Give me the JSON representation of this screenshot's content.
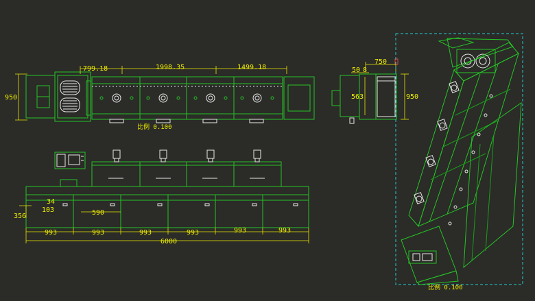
{
  "top_view": {
    "dims": {
      "a": "799.18",
      "b": "1998.35",
      "c": "1499.18",
      "height": "950"
    },
    "scale_label": "比例 0.100"
  },
  "side_view": {
    "dims": {
      "width": "750",
      "a": "50",
      "b": "8",
      "inner": "563",
      "height": "950"
    }
  },
  "front_view": {
    "dims": {
      "d34": "34",
      "d103": "103",
      "d356": "356",
      "d590": "590",
      "seg1": "993",
      "seg2": "993",
      "seg3": "993",
      "seg4": "993",
      "seg5": "993",
      "seg6": "993",
      "total": "6000"
    }
  },
  "iso_view": {
    "scale_label": "比例 0.100"
  },
  "colors": {
    "background": "#2b2b28",
    "outline": "#25c425",
    "detail": "#e8e8e8",
    "dimension": "#f0f000",
    "selection": "#20d0d0",
    "accent": "#e04040"
  }
}
